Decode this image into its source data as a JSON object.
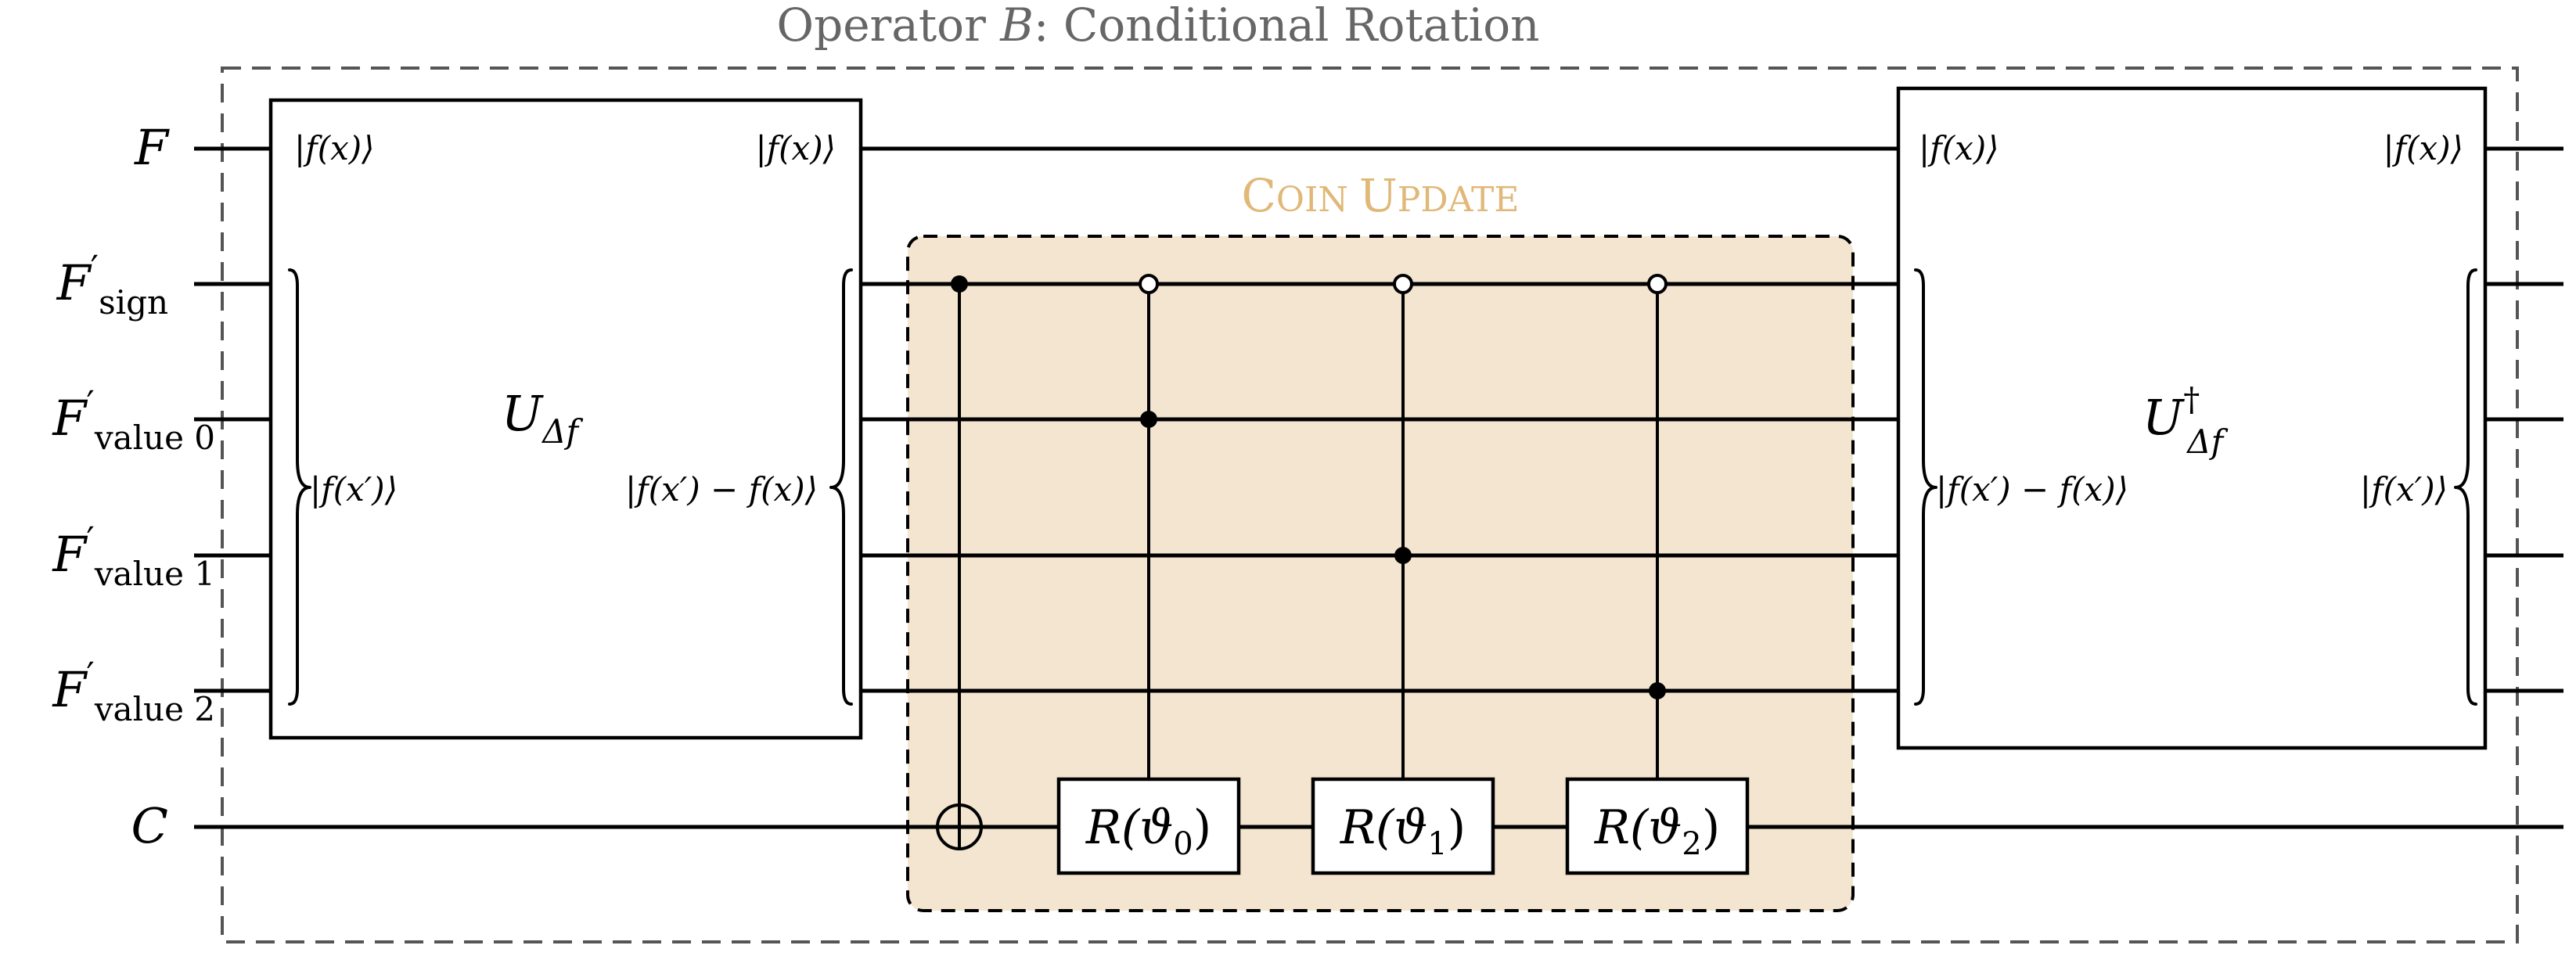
{
  "title": {
    "prefix": "Operator ",
    "symbol": "B",
    "suffix": ": Conditional Rotation"
  },
  "wires": [
    {
      "base": "F",
      "prime": "",
      "sub": ""
    },
    {
      "base": "F",
      "prime": "′",
      "sub": "sign"
    },
    {
      "base": "F",
      "prime": "′",
      "sub": "value 0"
    },
    {
      "base": "F",
      "prime": "′",
      "sub": "value 1"
    },
    {
      "base": "F",
      "prime": "′",
      "sub": "value 2"
    },
    {
      "base": "C",
      "prime": "",
      "sub": ""
    }
  ],
  "coin_update": {
    "label_first": "C",
    "label_first_rest": "OIN ",
    "label_second": "U",
    "label_second_rest": "PDATE",
    "rotations": [
      {
        "op": "R(",
        "angle": "ϑ",
        "index": "0",
        "close": ")"
      },
      {
        "op": "R(",
        "angle": "ϑ",
        "index": "1",
        "close": ")"
      },
      {
        "op": "R(",
        "angle": "ϑ",
        "index": "2",
        "close": ")"
      }
    ]
  },
  "gate_left": {
    "name": "U",
    "sub": "Δf",
    "sup": "",
    "in_top": "|f(x)⟩",
    "out_top": "|f(x)⟩",
    "in_group": "|f(x′)⟩",
    "out_group": "|f(x′) − f(x)⟩"
  },
  "gate_right": {
    "name": "U",
    "sub": "Δf",
    "sup": "†",
    "in_top": "|f(x)⟩",
    "out_top": "|f(x)⟩",
    "in_group": "|f(x′) − f(x)⟩",
    "out_group": "|f(x′)⟩"
  },
  "colors": {
    "coin_fill": "#f3e5cf",
    "coin_label": "#e0b878",
    "title": "#666666",
    "frame": "#555555"
  }
}
